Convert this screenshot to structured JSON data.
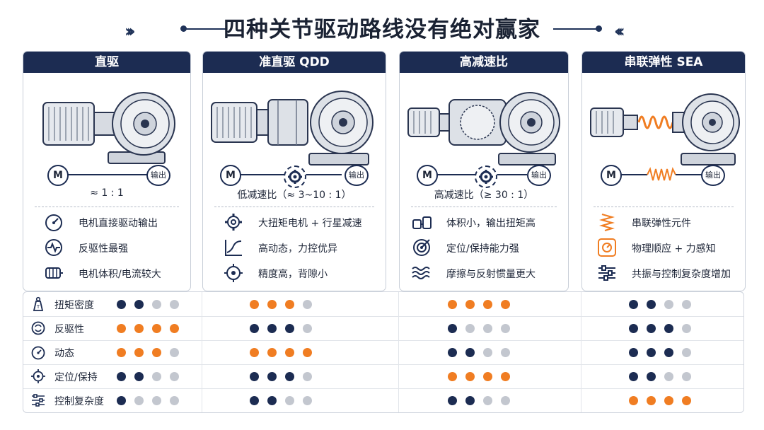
{
  "title": "四种关节驱动路线没有绝对赢家",
  "colors": {
    "navy": "#1c2c52",
    "orange": "#f07d22",
    "grey": "#c3c7cf"
  },
  "columns": [
    {
      "name": "直驱",
      "flow": {
        "motor": "M",
        "middle": "line",
        "output": "输出"
      },
      "ratio": "≈ 1 : 1",
      "features": [
        {
          "icon": "gauge-icon",
          "text": "电机直接驱动输出"
        },
        {
          "icon": "pulse-icon",
          "text": "反驱性最强"
        },
        {
          "icon": "motor-icon",
          "text": "电机体积/电流较大"
        }
      ]
    },
    {
      "name": "准直驱 QDD",
      "flow": {
        "motor": "M",
        "middle": "gear",
        "output": "输出"
      },
      "ratio": "低减速比（≈ 3~10 : 1）",
      "features": [
        {
          "icon": "gear-icon",
          "text": "大扭矩电机 + 行星减速"
        },
        {
          "icon": "curve-icon",
          "text": "高动态，力控优异"
        },
        {
          "icon": "crosshair-icon",
          "text": "精度高，背隙小"
        }
      ]
    },
    {
      "name": "高减速比",
      "flow": {
        "motor": "M",
        "middle": "gear",
        "output": "输出"
      },
      "ratio": "高减速比（≥ 30 : 1）",
      "features": [
        {
          "icon": "weight-icon",
          "text": "体积小，输出扭矩高"
        },
        {
          "icon": "target-icon",
          "text": "定位/保持能力强"
        },
        {
          "icon": "wave-icon",
          "text": "摩擦与反射惯量更大"
        }
      ]
    },
    {
      "name": "串联弹性 SEA",
      "flow": {
        "motor": "M",
        "middle": "spring",
        "output": "输出"
      },
      "ratio": "",
      "features": [
        {
          "icon": "spring-icon",
          "text": "串联弹性元件"
        },
        {
          "icon": "force-sensor-icon",
          "text": "物理顺应 + 力感知"
        },
        {
          "icon": "sliders-icon",
          "text": "共振与控制复杂度增加"
        }
      ]
    }
  ],
  "rating_rows": [
    {
      "label": "扭矩密度",
      "icon": "torque-weight-icon",
      "ratings": [
        [
          "n",
          "n",
          "g",
          "g"
        ],
        [
          "o",
          "o",
          "o",
          "g"
        ],
        [
          "o",
          "o",
          "o",
          "o"
        ],
        [
          "n",
          "n",
          "g",
          "g"
        ]
      ]
    },
    {
      "label": "反驱性",
      "icon": "backdrive-icon",
      "ratings": [
        [
          "o",
          "o",
          "o",
          "o"
        ],
        [
          "n",
          "n",
          "n",
          "g"
        ],
        [
          "n",
          "g",
          "g",
          "g"
        ],
        [
          "n",
          "n",
          "n",
          "g"
        ]
      ]
    },
    {
      "label": "动态",
      "icon": "speedometer-icon",
      "ratings": [
        [
          "o",
          "o",
          "o",
          "g"
        ],
        [
          "o",
          "o",
          "o",
          "o"
        ],
        [
          "n",
          "n",
          "g",
          "g"
        ],
        [
          "n",
          "n",
          "n",
          "g"
        ]
      ]
    },
    {
      "label": "定位/保持",
      "icon": "crosshair-icon",
      "ratings": [
        [
          "n",
          "n",
          "g",
          "g"
        ],
        [
          "n",
          "n",
          "n",
          "g"
        ],
        [
          "o",
          "o",
          "o",
          "o"
        ],
        [
          "n",
          "n",
          "g",
          "g"
        ]
      ]
    },
    {
      "label": "控制复杂度",
      "icon": "sliders-icon",
      "ratings": [
        [
          "n",
          "g",
          "g",
          "g"
        ],
        [
          "n",
          "n",
          "g",
          "g"
        ],
        [
          "n",
          "n",
          "g",
          "g"
        ],
        [
          "o",
          "o",
          "o",
          "o"
        ]
      ]
    }
  ]
}
